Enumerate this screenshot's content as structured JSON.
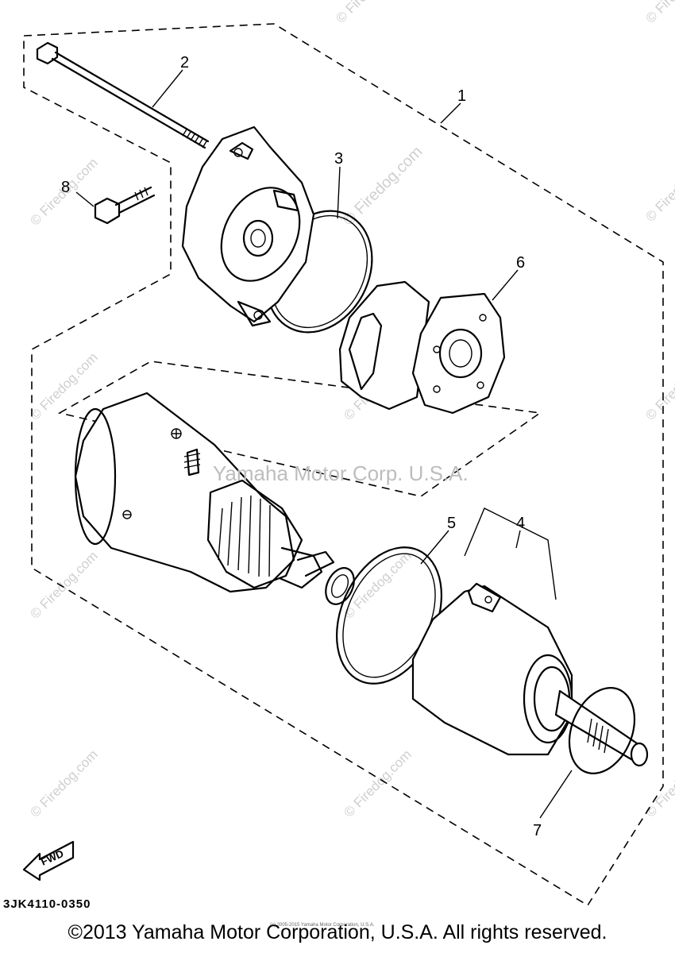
{
  "diagram": {
    "part_labels": {
      "p1": "1",
      "p2": "2",
      "p3": "3",
      "p4": "4",
      "p5": "5",
      "p6": "6",
      "p7": "7",
      "p8": "8"
    },
    "diagram_code": "3JK4110-0350",
    "fwd_label": "FWD",
    "center_watermark": "Yamaha Motor Corp. U.S.A.",
    "site_watermark": "© Firedog.com",
    "tiny_notice": "(c) 2005-2015 Yamaha Motor Corporation, U.S.A.",
    "copyright": "©2013 Yamaha Motor Corporation, U.S.A. All rights reserved."
  }
}
